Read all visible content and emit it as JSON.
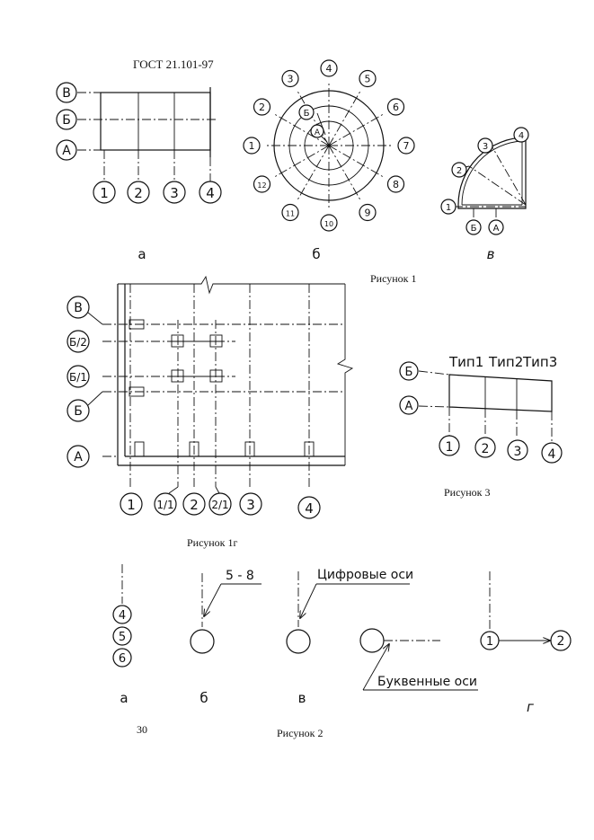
{
  "header": {
    "standard": "ГОСТ 21.101-97"
  },
  "fig1": {
    "caption": "Рисунок 1",
    "sublabels": {
      "a": "а",
      "b": "б",
      "v": "в"
    },
    "a": {
      "rows": [
        "В",
        "Б",
        "А"
      ],
      "cols": [
        "1",
        "2",
        "3",
        "4"
      ]
    },
    "b": {
      "inner": [
        "А",
        "Б"
      ],
      "outer": [
        "4",
        "5",
        "6",
        "7",
        "8",
        "9",
        "10",
        "11",
        "12",
        "1",
        "2",
        "3"
      ]
    },
    "v": {
      "arc": [
        "1",
        "2",
        "3",
        "4"
      ],
      "radial": [
        "Б",
        "А"
      ]
    }
  },
  "fig1g": {
    "caption": "Рисунок 1г",
    "rows": [
      "В",
      "Б/2",
      "Б/1",
      "Б",
      "А"
    ],
    "cols": [
      "1",
      "1/1",
      "2",
      "2/1",
      "3",
      "4"
    ]
  },
  "fig3": {
    "caption": "Рисунок 3",
    "types": [
      "Тип1",
      "Тип2",
      "Тип3"
    ],
    "rows": [
      "Б",
      "А"
    ],
    "cols": [
      "1",
      "2",
      "3",
      "4"
    ]
  },
  "fig2": {
    "caption": "Рисунок 2",
    "sublabels": {
      "a": "а",
      "b": "б",
      "v": "в",
      "g": "г"
    },
    "a": {
      "stack": [
        "4",
        "5",
        "6"
      ]
    },
    "b": {
      "label": "5 - 8"
    },
    "v": {
      "label_top": "Цифровые оси",
      "label_bottom": "Буквенные оси"
    },
    "g": {
      "from": "1",
      "to": "2"
    }
  },
  "footer": {
    "page": "30"
  }
}
